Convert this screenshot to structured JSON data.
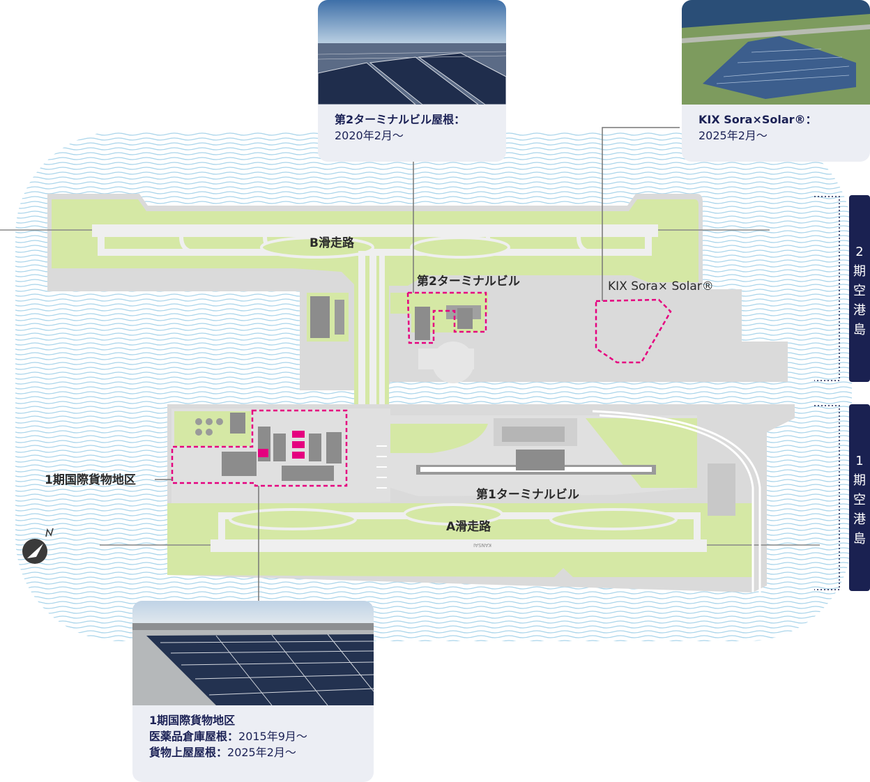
{
  "colors": {
    "sea_line": "#a9d4ea",
    "land": "#dadada",
    "green": "#d5e8a5",
    "runway": "#efefef",
    "building": "#8c8c8c",
    "highlight": "#e5007f",
    "accent_navy": "#1a2151",
    "leader": "#777777"
  },
  "map_labels": {
    "b_runway": "B滑走路",
    "terminal2": "第2ターミナルビル",
    "kix_sora_solar": "KIX Sora× Solar®",
    "cargo_area": "1期国際貨物地区",
    "terminal1": "第1ターミナルビル",
    "a_runway": "A滑走路",
    "runway_marking": "KANSAI",
    "compass_n": "N"
  },
  "islands": {
    "phase2": [
      "2",
      "期",
      "空",
      "港",
      "島"
    ],
    "phase1": [
      "1",
      "期",
      "空",
      "港",
      "島"
    ]
  },
  "cards": {
    "terminal2": {
      "title": "第2ターミナルビル屋根：",
      "date": "2020年2月〜",
      "photo": "solar-panels-terminal2-roof-photo"
    },
    "kix_sora_solar": {
      "title": "KIX Sora×Solar®：",
      "date": "2025年2月〜",
      "photo": "solar-farm-aerial-photo"
    },
    "cargo": {
      "title": "1期国際貨物地区",
      "line2_label": "医薬品倉庫屋根：",
      "line2_date": "2015年9月〜",
      "line3_label": "貨物上屋屋根：",
      "line3_date": "2025年2月〜",
      "photo": "solar-panels-warehouse-roof-photo"
    }
  }
}
